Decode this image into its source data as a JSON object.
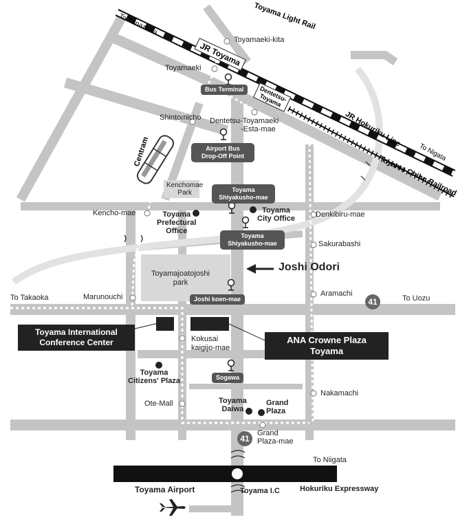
{
  "railways": {
    "jr_toyama": "JR Toyama",
    "toyama_light_rail": "Toyama Light Rail",
    "dentetsu_toyama_line1": "Dentetsu-",
    "dentetsu_toyama_line2": "Toyama",
    "jr_hokuriku_line": "JR Hokuriku Line",
    "toyama_chiho_railroad": "Toyama Chiho Railroad",
    "centram": "Centram"
  },
  "directions": {
    "to_kanazawa": "To Kanazawa",
    "to_niigata_top": "To Nigata",
    "to_takaoka": "To Takaoka",
    "to_uozu": "To Uozu",
    "to_niigata_bottom": "To Niigata"
  },
  "stations": {
    "toyamaeki_kita": "Toyamaeki-kita",
    "toyamaeki": "Toyamaeki",
    "shintomicho": "Shintomicho",
    "dentetsu_esta_line1": "Dentetsu-Toyamaeki",
    "dentetsu_esta_line2": "-Esta-mae",
    "kencho_mae": "Kencho-mae",
    "denkibiru_mae": "Denkibiru-mae",
    "sakurabashi": "Sakurabashi",
    "marunouchi": "Marunouchi",
    "aramachi": "Aramachi",
    "kokusai_line1": "Kokusai",
    "kokusai_line2": "kaigijo-mae",
    "ote_mall": "Ote-Mall",
    "nakamachi": "Nakamachi",
    "grand_plaza_mae_line1": "Grand",
    "grand_plaza_mae_line2": "Plaza-mae"
  },
  "bus_stops": {
    "bus_terminal": "Bus Terminal",
    "airport_bus_line1": "Airport Bus",
    "airport_bus_line2": "Drop-Off Point",
    "shiyakusho_1_line1": "Toyama",
    "shiyakusho_1_line2": "Shiyakusho-mae",
    "shiyakusho_2_line1": "Toyama",
    "shiyakusho_2_line2": "Shiyakusho-mae",
    "joshi_koen_mae": "Joshi koen-mae",
    "sogawa": "Sogawa"
  },
  "places": {
    "kenchomae_park_line1": "Kenchomae",
    "kenchomae_park_line2": "Park",
    "prefectural_office_line1": "Toyama",
    "prefectural_office_line2": "Prefectural",
    "prefectural_office_line3": "Office",
    "city_office_line1": "Toyama",
    "city_office_line2": "City Office",
    "joatojoshi_park_line1": "Toyamajoatojoshi",
    "joatojoshi_park_line2": "park",
    "citizens_plaza_line1": "Toyama",
    "citizens_plaza_line2": "Citizens' Plaza",
    "daiwa_line1": "Toyama",
    "daiwa_line2": "Daiwa",
    "grand_plaza_line1": "Grand",
    "grand_plaza_line2": "Plaza"
  },
  "callouts": {
    "joshi_odori": "Joshi Odori",
    "conference_center_line1": "Toyama International",
    "conference_center_line2": "Conference Center",
    "ana_line1": "ANA Crowne Plaza",
    "ana_line2": "Toyama"
  },
  "route_shields": {
    "route_41_east": "41",
    "route_41_south": "41"
  },
  "expressway": {
    "toyama_airport": "Toyama Airport",
    "toyama_ic": "Toyama I.C",
    "hokuriku_expressway": "Hokuriku Expressway"
  },
  "icons": [
    "bus-stop-icon",
    "tram-icon",
    "airplane-icon",
    "landmark-dot-icon",
    "arrow-icon"
  ],
  "colors": {
    "road": "#c4c4c4",
    "rail": "#111111",
    "label_box": "#555555",
    "callout": "#222222"
  }
}
